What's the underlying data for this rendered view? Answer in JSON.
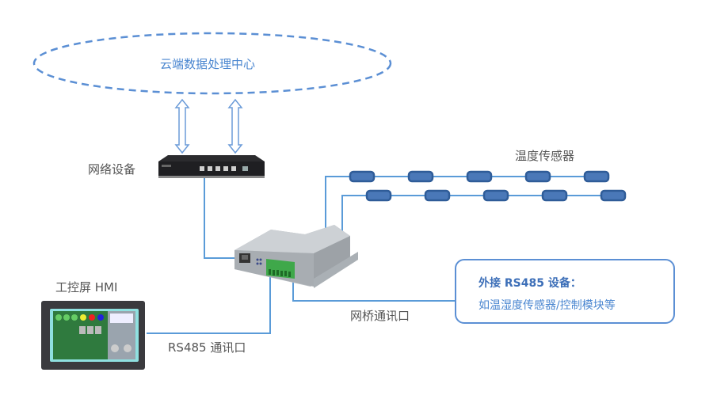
{
  "diagram": {
    "cloud": {
      "label": "云端数据处理中心"
    },
    "network_device": {
      "label": "网络设备"
    },
    "sensors": {
      "label": "温度传感器",
      "row1_count": 5,
      "row2_count": 5
    },
    "hmi": {
      "label": "工控屏 HMI"
    },
    "rs485_port": {
      "label": "RS485 通讯口"
    },
    "bridge_port": {
      "label": "网桥通讯口"
    },
    "note": {
      "title": "外接 RS485 设备：",
      "body": "如温湿度传感器/控制模块等"
    },
    "colors": {
      "line": "#5a9bd8",
      "cloud_border": "#5b8fd4",
      "sensor_fill": "#4a78b8",
      "sensor_border": "#2f5c98",
      "label_text": "#555555",
      "accent_text": "#4a86d0"
    }
  }
}
